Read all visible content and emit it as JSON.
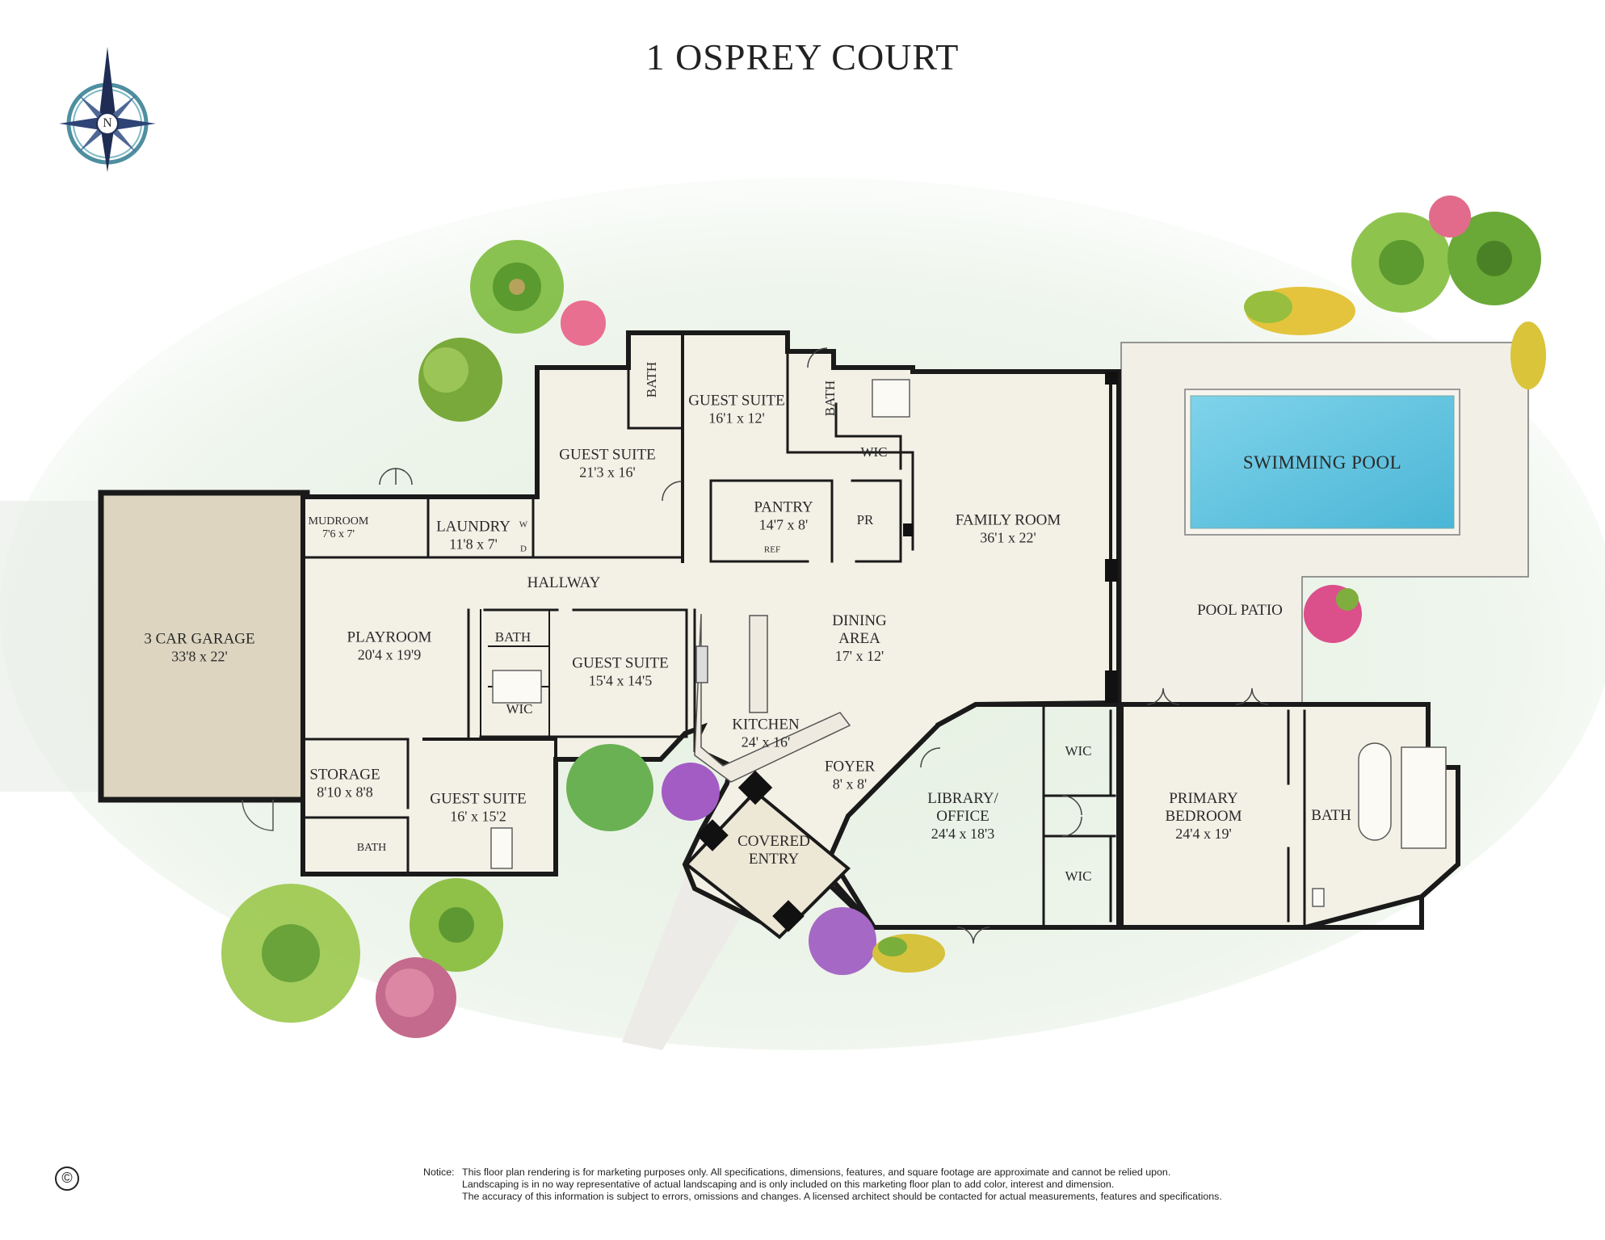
{
  "title": "1 OSPREY COURT",
  "compass": {
    "label": "N"
  },
  "rooms": {
    "garage": {
      "name": "3 CAR GARAGE",
      "dim": "33'8 x 22'"
    },
    "mudroom": {
      "name": "MUDROOM",
      "dim": "7'6 x 7'"
    },
    "laundry": {
      "name": "LAUNDRY",
      "dim": "11'8 x 7'",
      "washer": "W",
      "dryer": "D"
    },
    "guest_suite_1": {
      "name": "GUEST SUITE",
      "dim": "21'3 x 16'"
    },
    "guest_suite_2": {
      "name": "GUEST SUITE",
      "dim": "16'1 x 12'"
    },
    "bath_upper_1": {
      "name": "BATH"
    },
    "bath_upper_2": {
      "name": "BATH"
    },
    "wic_upper": {
      "name": "WIC"
    },
    "pantry": {
      "name": "PANTRY",
      "dim": "14'7 x 8'",
      "ref": "REF"
    },
    "powder": {
      "name": "PR"
    },
    "hallway": {
      "name": "HALLWAY"
    },
    "playroom": {
      "name": "PLAYROOM",
      "dim": "20'4 x 19'9"
    },
    "bath_mid": {
      "name": "BATH"
    },
    "wic_mid": {
      "name": "WIC"
    },
    "guest_suite_3": {
      "name": "GUEST SUITE",
      "dim": "15'4 x 14'5"
    },
    "storage": {
      "name": "STORAGE",
      "dim": "8'10 x 8'8"
    },
    "guest_suite_4": {
      "name": "GUEST SUITE",
      "dim": "16' x 15'2"
    },
    "bath_lower": {
      "name": "BATH"
    },
    "dining": {
      "name": "DINING",
      "name2": "AREA",
      "dim": "17' x 12'"
    },
    "kitchen": {
      "name": "KITCHEN",
      "dim": "24' x 16'"
    },
    "foyer": {
      "name": "FOYER",
      "dim": "8' x 8'"
    },
    "covered_entry": {
      "name": "COVERED",
      "name2": "ENTRY"
    },
    "family_room": {
      "name": "FAMILY ROOM",
      "dim": "36'1 x 22'"
    },
    "library": {
      "name": "LIBRARY/",
      "name2": "OFFICE",
      "dim": "24'4 x 18'3"
    },
    "wic_primary_1": {
      "name": "WIC"
    },
    "wic_primary_2": {
      "name": "WIC"
    },
    "primary_bedroom": {
      "name": "PRIMARY",
      "name2": "BEDROOM",
      "dim": "24'4 x 19'"
    },
    "primary_bath": {
      "name": "BATH"
    },
    "pool_patio": {
      "name": "POOL PATIO"
    },
    "swimming_pool": {
      "name": "SWIMMING POOL"
    }
  },
  "colors": {
    "floor": "#f3f0e6",
    "garage_floor": "#ddd5c0",
    "wall": "#1a1a1a",
    "pool_water": "#5fc3df",
    "lawn": "#e3efe0"
  },
  "notice": {
    "label": "Notice:",
    "lines": [
      "This floor plan rendering is for marketing purposes only. All specifications, dimensions, features, and square footage are approximate and cannot be relied upon.",
      "Landscaping is in no way representative of actual landscaping and is only included on this marketing floor plan to add color, interest and dimension.",
      "The accuracy of this information is subject to errors, omissions and changes. A licensed architect should be contacted for actual measurements, features and specifications."
    ]
  },
  "copyright_symbol": "©"
}
